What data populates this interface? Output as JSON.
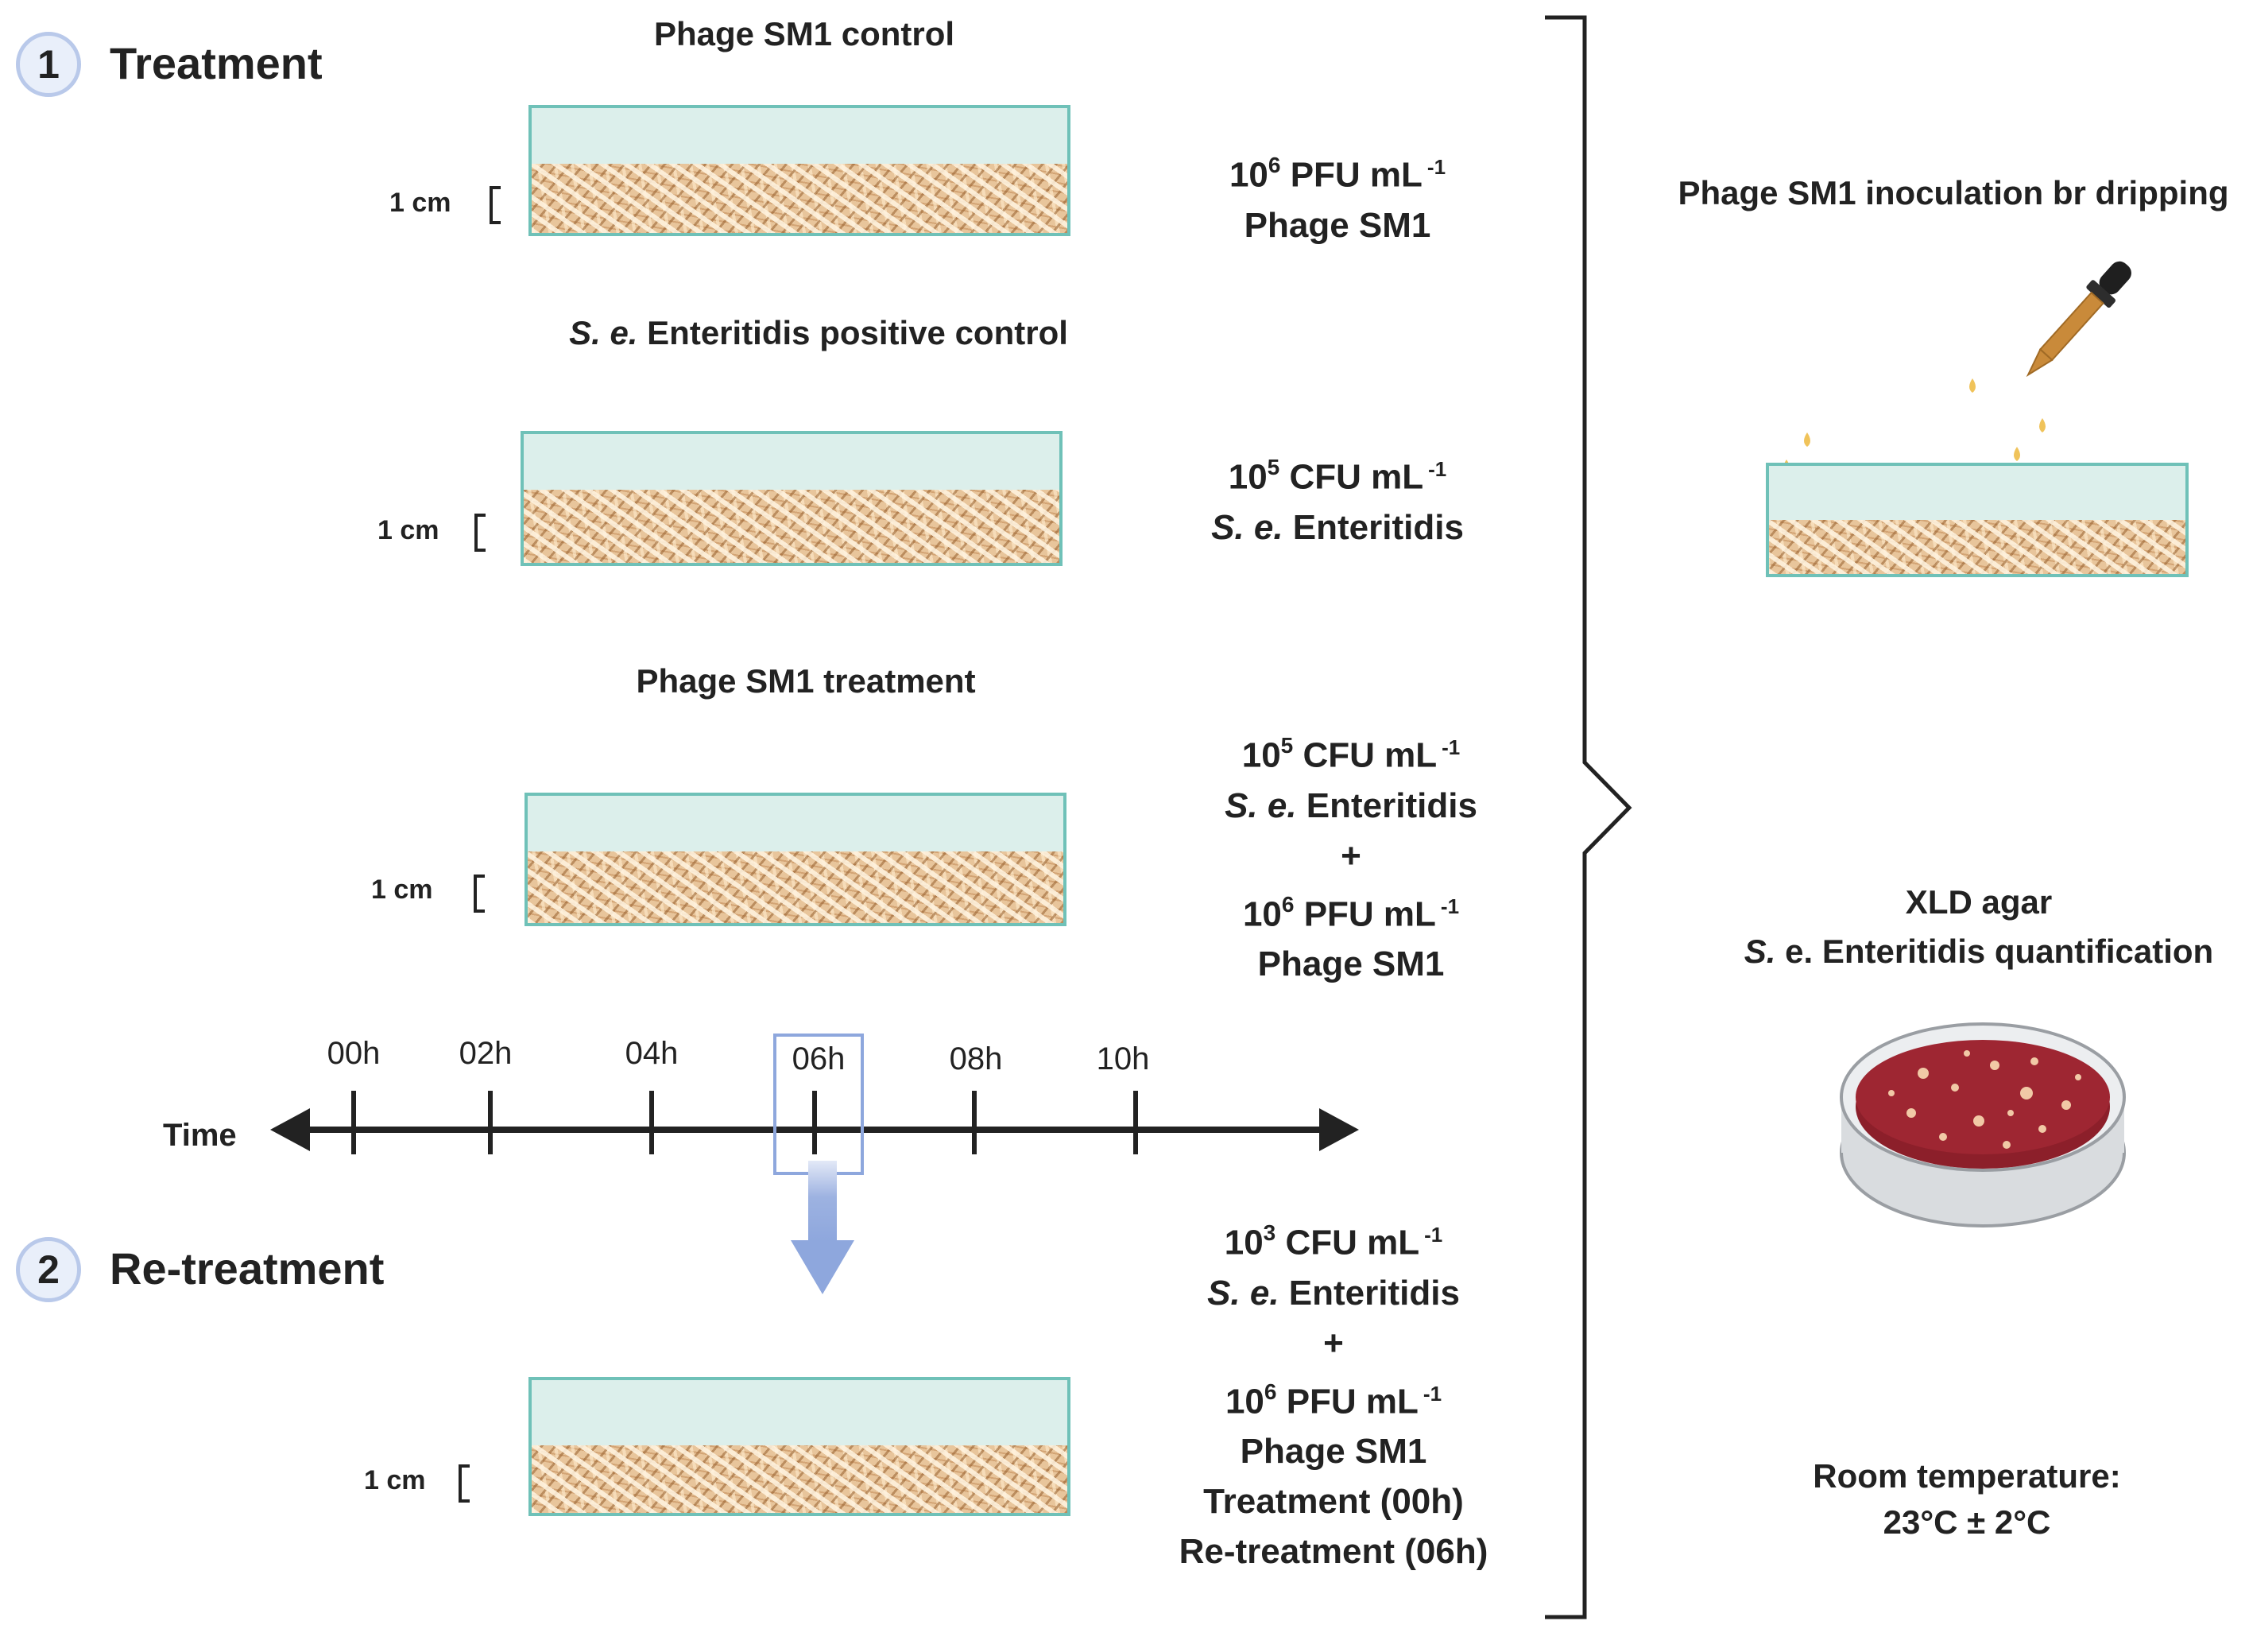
{
  "treatment": {
    "number": "1",
    "title": "Treatment",
    "scale_label": "1 cm",
    "groups": [
      {
        "title": "Phage  SM1 control",
        "lines": [
          {
            "pre": "10",
            "sup": "6",
            "text": " PFU mL",
            "unit_sup": "-1"
          },
          {
            "text": "Phage SM1"
          }
        ]
      },
      {
        "title_italic": "S. e.",
        "title_rest": " Enteritidis positive control",
        "lines": [
          {
            "pre": "10",
            "sup": "5",
            "text": " CFU mL",
            "unit_sup": "-1"
          },
          {
            "italic": "S. e.",
            "text": " Enteritidis"
          }
        ]
      },
      {
        "title": "Phage SM1 treatment",
        "lines": [
          {
            "pre": "10",
            "sup": "5",
            "text": " CFU mL",
            "unit_sup": "-1"
          },
          {
            "italic": "S. e.",
            "text": " Enteritidis"
          },
          {
            "text": "+"
          },
          {
            "pre": "10",
            "sup": "6",
            "text": " PFU mL",
            "unit_sup": "-1"
          },
          {
            "text": "Phage SM1"
          }
        ]
      }
    ]
  },
  "timeline": {
    "label": "Time",
    "ticks": [
      "00h",
      "02h",
      "04h",
      "06h",
      "08h",
      "10h"
    ],
    "highlight": "06h"
  },
  "retreatment": {
    "number": "2",
    "title": "Re-treatment",
    "scale_label": "1 cm",
    "lines": [
      {
        "pre": "10",
        "sup": "3",
        "text": " CFU mL",
        "unit_sup": "-1"
      },
      {
        "italic": "S. e.",
        "text": " Enteritidis"
      },
      {
        "text": "+"
      },
      {
        "pre": "10",
        "sup": "6",
        "text": " PFU mL",
        "unit_sup": "-1"
      },
      {
        "text": "Phage SM1"
      },
      {
        "text": "Treatment (00h)"
      },
      {
        "text": "Re-treatment (06h)"
      }
    ]
  },
  "right_panel": {
    "inoculation_title": "Phage SM1 inoculation br dripping",
    "agar_title": "XLD agar",
    "agar_subtitle_italic": "S.",
    "agar_subtitle_rest": " e. Enteritidis quantification",
    "temp_title": "Room temperature:",
    "temp_value": "23°C ± 2°C"
  },
  "colors": {
    "water": "#dcefeb",
    "container_border": "#6fc1b8",
    "highlight_blue": "#8ea7dd",
    "agar_red": "#8c1f2a",
    "dropper_amber": "#c98a3a"
  }
}
